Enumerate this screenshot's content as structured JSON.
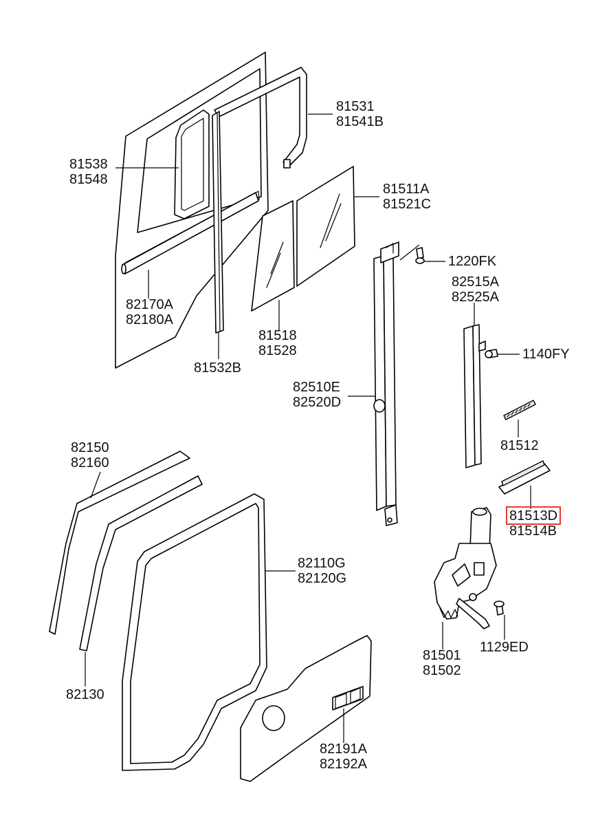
{
  "diagram": {
    "highlight_color": "#e53935",
    "parts": [
      {
        "id": "door-frame-seal",
        "lines": [
          "81531",
          "81541B"
        ]
      },
      {
        "id": "quarter-seal",
        "lines": [
          "81538",
          "81548"
        ]
      },
      {
        "id": "door-glass",
        "lines": [
          "81511A",
          "81521C"
        ]
      },
      {
        "id": "bolt-1220fk",
        "lines": [
          "1220FK"
        ]
      },
      {
        "id": "rear-channel",
        "lines": [
          "82515A",
          "82525A"
        ]
      },
      {
        "id": "outer-belt-weatherstrip",
        "lines": [
          "82170A",
          "82180A"
        ]
      },
      {
        "id": "quarter-glass",
        "lines": [
          "81518",
          "81528"
        ]
      },
      {
        "id": "division-channel",
        "lines": [
          "81532B"
        ]
      },
      {
        "id": "screw-1140fy",
        "lines": [
          "1140FY"
        ]
      },
      {
        "id": "front-channel",
        "lines": [
          "82510E",
          "82520D"
        ]
      },
      {
        "id": "glass-holder",
        "lines": [
          "81512"
        ]
      },
      {
        "id": "drip-molding",
        "lines": [
          "82150",
          "82160"
        ]
      },
      {
        "id": "glass-sash-clip",
        "lines": [
          "81513D",
          "81514B"
        ],
        "highlighted_line": 0
      },
      {
        "id": "body-side-weatherstrip",
        "lines": [
          "82110G",
          "82120G"
        ]
      },
      {
        "id": "bolt-1129ed",
        "lines": [
          "1129ED"
        ]
      },
      {
        "id": "window-regulator",
        "lines": [
          "81501",
          "81502"
        ]
      },
      {
        "id": "opening-weatherstrip",
        "lines": [
          "82130"
        ]
      },
      {
        "id": "trim-cover",
        "lines": [
          "82191A",
          "82192A"
        ]
      }
    ]
  }
}
